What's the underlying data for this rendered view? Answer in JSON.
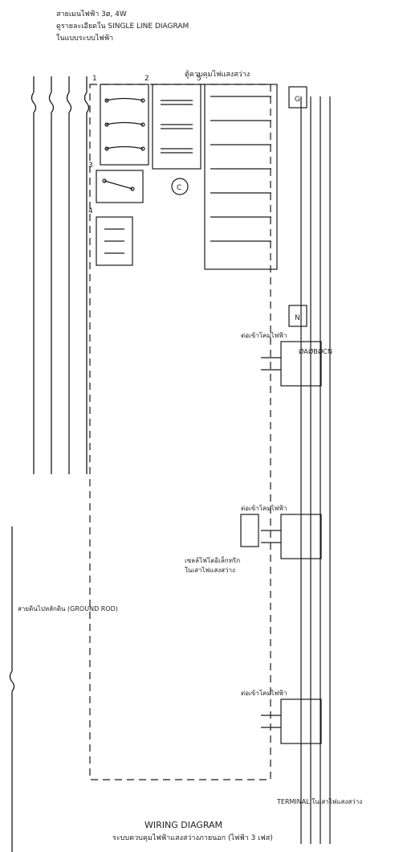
{
  "supply": {
    "line1": "สายเมนไฟฟ้า 3ø, 4W",
    "line2": "ดูรายละเอียดใน SINGLE LINE DIAGRAM",
    "line3": "ในแบบระบบไฟฟ้า"
  },
  "cabinet_label": "ตู้ควบคุมไฟแสงสว่าง",
  "callouts": [
    "1",
    "2",
    "3",
    "4",
    "5"
  ],
  "contactor_label": "C",
  "ground_box_label": "G",
  "neutral_box_label": "N",
  "ground_rod_label": "สายดินไปหลักดิน (GROUND ROD)",
  "phase_labels": [
    "ØA",
    "ØB",
    "ØC"
  ],
  "neutral_label": "N",
  "junction_labels": [
    "ต่อเข้าโคมไฟฟ้า",
    "ต่อเข้าโคมไฟฟ้า",
    "ต่อเข้าโคมไฟฟ้า"
  ],
  "photocell_label_1": "เซลล์โฟโตอิเล็กทริก",
  "photocell_label_2": "ในเสาไฟแสงสว่าง",
  "terminal_label": "TERMINAL ในเสาไฟแสงสว่าง",
  "title": "WIRING DIAGRAM",
  "subtitle": "ระบบควบคุมไฟฟ้าแสงสว่างภายนอก (ไฟฟ้า 3 เฟส)"
}
